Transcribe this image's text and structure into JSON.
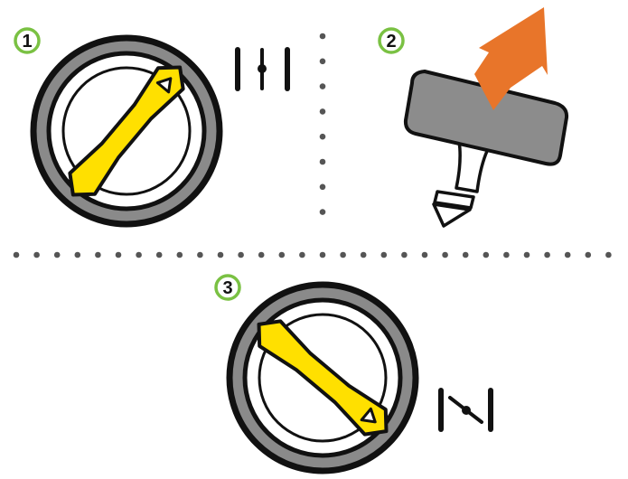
{
  "steps": [
    {
      "number": "1"
    },
    {
      "number": "2"
    },
    {
      "number": "3"
    }
  ],
  "colors": {
    "step_badge_ring": "#7ac143",
    "knob_yellow": "#ffe000",
    "ring_gray": "#8a8a8a",
    "filter_gray": "#8c8c8c",
    "arrow_orange": "#e8752a",
    "divider_dots": "#555555",
    "outline": "#111111"
  },
  "icons": {
    "step1_state": "closed-valve-icon",
    "step2_action": "pull-up-arrow-icon",
    "step3_state": "open-valve-icon"
  }
}
